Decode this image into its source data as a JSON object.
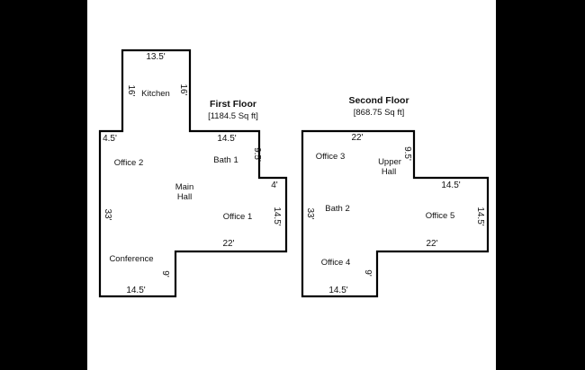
{
  "first_floor": {
    "title": "First Floor",
    "area": "[1184.5 Sq ft]",
    "rooms": {
      "kitchen": "Kitchen",
      "office2": "Office 2",
      "bath1": "Bath 1",
      "main_hall_line1": "Main",
      "main_hall_line2": "Hall",
      "office1": "Office 1",
      "conference": "Conference"
    },
    "dims": {
      "kitchen_top": "13.5'",
      "kitchen_left": "16'",
      "kitchen_right": "16'",
      "left_notch": "4.5'",
      "mid_top": "14.5'",
      "bath_side": "9.5'",
      "step": "4'",
      "left_side": "33'",
      "right_side": "14.5'",
      "mid_width": "22'",
      "bottom": "14.5'",
      "bottom_step": "9'"
    }
  },
  "second_floor": {
    "title": "Second Floor",
    "area": "[868.75 Sq ft]",
    "rooms": {
      "office3": "Office 3",
      "upper_hall_line1": "Upper",
      "upper_hall_line2": "Hall",
      "bath2": "Bath 2",
      "office5": "Office 5",
      "office4": "Office 4"
    },
    "dims": {
      "top": "22'",
      "hall_side": "9.5'",
      "mid_top": "14.5'",
      "left_side": "33'",
      "right_side": "14.5'",
      "mid_width": "22'",
      "bottom": "14.5'",
      "bottom_step": "9'"
    }
  }
}
